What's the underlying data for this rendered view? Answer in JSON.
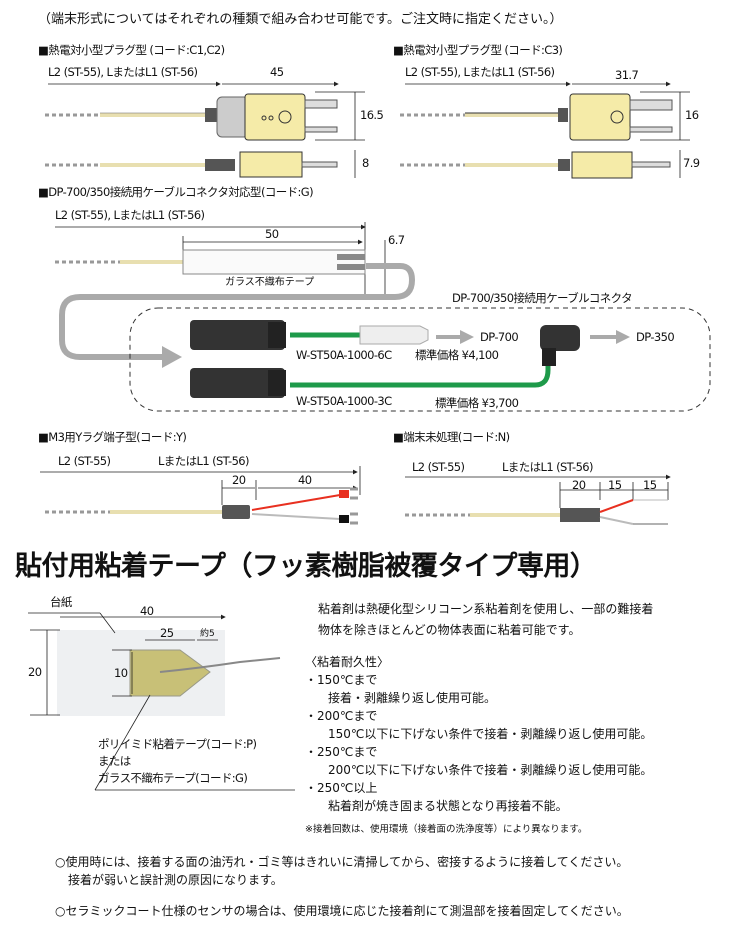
{
  "intro": "（端末形式についてはそれぞれの種類で組み合わせ可能です。ご注文時に指定ください。）",
  "sections": {
    "c1c2": {
      "title": "■熱電対小型プラグ型 (コード:C1,C2)",
      "length_label": "L2 (ST-55), LまたはL1 (ST-56)",
      "dim_length": "45",
      "dim_height": "16.5",
      "dim_thick": "8"
    },
    "c3": {
      "title": "■熱電対小型プラグ型 (コード:C3)",
      "length_label": "L2 (ST-55), LまたはL1  (ST-56)",
      "dim_length": "31.7",
      "dim_height": "16",
      "dim_thick": "7.9"
    },
    "g": {
      "title": "■DP-700/350接続用ケーブルコネクタ対応型(コード:G)",
      "length_label": "L2 (ST-55),  LまたはL1  (ST-56)",
      "dim_length": "50",
      "dim_thick": "6.7",
      "tape_label": "ガラス不織布テープ",
      "connector_title": "DP-700/350接続用ケーブルコネクタ",
      "cables": [
        {
          "model": "W-ST50A-1000-6C",
          "price_label": "標準価格  ¥4,100",
          "target": "DP-700"
        },
        {
          "model": "W-ST50A-1000-3C",
          "price_label": "標準価格  ¥3,700",
          "target": "DP-350"
        }
      ]
    },
    "y": {
      "title": "■M3用Yラグ端子型(コード:Y)",
      "l2": "L2 (ST-55)",
      "l1": "LまたはL1  (ST-56)",
      "dims": [
        "20",
        "40"
      ]
    },
    "n": {
      "title": "■端末未処理(コード:N)",
      "l2": "L2 (ST-55)",
      "l1": "LまたはL1  (ST-56)",
      "dims": [
        "20",
        "15",
        "15"
      ]
    }
  },
  "tape": {
    "heading": "貼付用粘着テープ（フッ素樹脂被覆タイプ専用）",
    "base_label": "台紙",
    "dim_w": "40",
    "dim_h": "20",
    "dim_inner": "25",
    "dim_tip": "約5",
    "dim_tape_h": "10",
    "callout": [
      "ポリイミド粘着テープ(コード:P)",
      "または",
      "ガラス不織布テープ(コード:G)"
    ],
    "desc": [
      "粘着剤は熱硬化型シリコーン系粘着剤を使用し、一部の難接着",
      "物体を除きほとんどの物体表面に粘着可能です。"
    ],
    "durability_title": "〈粘着耐久性〉",
    "durability": [
      {
        "temp": "・150℃まで",
        "text": "接着・剥離繰り返し使用可能。"
      },
      {
        "temp": "・200℃まで",
        "text": "150℃以下に下げない条件で接着・剥離繰り返し使用可能。"
      },
      {
        "temp": "・250℃まで",
        "text": "200℃以下に下げない条件で接着・剥離繰り返し使用可能。"
      },
      {
        "temp": "・250℃以上",
        "text": "粘着剤が焼き固まる状態となり再接着不能。"
      }
    ],
    "note": "※接着回数は、使用環境（接着面の洗浄度等）により異なります。"
  },
  "notes": [
    "○使用時には、接着する面の油汚れ・ゴミ等はきれいに清掃してから、密接するように接着してください。",
    "接着が弱いと誤計測の原因になります。",
    "○セラミックコート仕様のセンサの場合は、使用環境に応じた接着剤にて測温部を接着固定してください。"
  ],
  "colors": {
    "cable": "#e8dfb0",
    "plug": "#f5eba8",
    "green": "#1e9a4a",
    "gray": "#aaaaaa",
    "red": "#e83020"
  }
}
